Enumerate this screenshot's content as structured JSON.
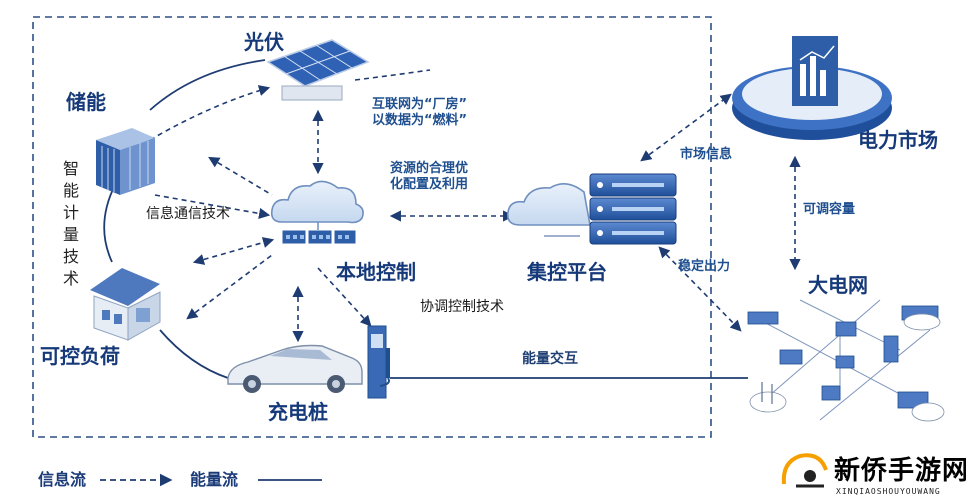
{
  "nodes": {
    "pv": "光伏",
    "storage": "储能",
    "load": "可控负荷",
    "charger": "充电桩",
    "local_control": "本地控制",
    "central_platform": "集控平台",
    "power_market": "电力市场",
    "grid": "大电网"
  },
  "annotations": {
    "internet": "互联网为“厂房”",
    "data_fuel": "以数据为“燃料”",
    "resource_1": "资源的合理优",
    "resource_2": "化配置及利用",
    "comm_tech": "信息通信技术",
    "coord_tech": "协调控制技术",
    "market_info": "市场信息",
    "adjustable": "可调容量",
    "stable_output": "稳定出力",
    "energy_exchange": "能量交互"
  },
  "vertical_label": [
    "智",
    "能",
    "计",
    "量",
    "技",
    "术"
  ],
  "legend": {
    "info_flow": "信息流",
    "energy_flow": "能量流"
  },
  "watermark": {
    "name": "新侨手游网",
    "pinyin": "XINQIAOSHOUYOUWANG"
  },
  "colors": {
    "primary": "#1f4f8f",
    "line": "#1e3c72",
    "accent": "#f5a000"
  }
}
